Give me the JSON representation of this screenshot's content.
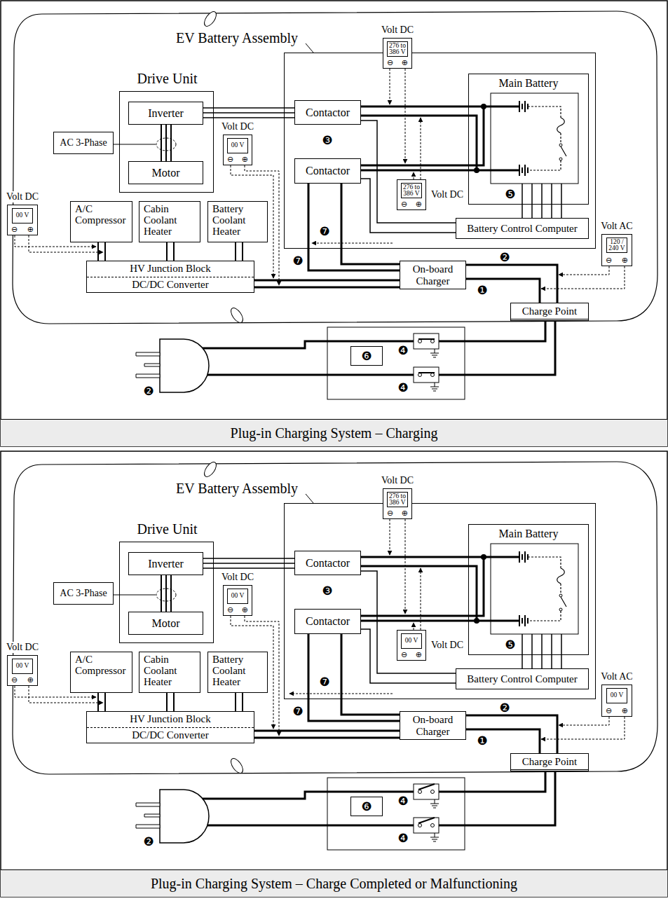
{
  "diagram": {
    "nodes": [
      {
        "text": [
          "Drive Unit"
        ]
      },
      {
        "text": [
          "Inverter"
        ],
        "in": 0
      },
      {
        "text": [
          "Motor"
        ],
        "in": 0
      },
      {
        "text": [
          "AC 3-Phase"
        ]
      },
      {
        "text": [
          "EV Battery Assembly"
        ]
      },
      {
        "text": [
          "Contactor"
        ],
        "in": 4
      },
      {
        "text": [
          "Contactor"
        ],
        "in": 4
      },
      {
        "text": [
          "Main Battery"
        ],
        "in": 4
      },
      {
        "text": [
          "Volt DC",
          "276 to 386 V",
          "⊖",
          "⊕"
        ],
        "in": 4
      },
      {
        "text": [
          "Battery Control Computer"
        ],
        "in": 4
      },
      {
        "text": [
          "Volt DC",
          "276 to 386 V",
          "⊖",
          "⊕"
        ]
      },
      {
        "text": [
          "Volt DC",
          "00 V",
          "⊖",
          "⊕"
        ]
      },
      {
        "text": [
          "Volt DC",
          "00 V",
          "⊖",
          "⊕"
        ]
      },
      {
        "text": [
          "A/C Compressor"
        ]
      },
      {
        "text": [
          "Cabin Coolant Heater"
        ]
      },
      {
        "text": [
          "Battery Coolant Heater"
        ]
      },
      {
        "text": [
          "HV Junction Block",
          "DC/DC Converter"
        ]
      },
      {
        "text": [
          "On-board Charger"
        ]
      },
      {
        "text": [
          "Volt AC",
          "120 / 240 V",
          "⊖",
          "⊕"
        ]
      },
      {
        "text": [
          "Charge Point"
        ]
      },
      {
        "text": [
          "❻"
        ]
      },
      {
        "text": [
          "Plug-in Charging System – Charging"
        ]
      },
      {
        "text": [
          "Drive Unit"
        ]
      },
      {
        "text": [
          "Inverter"
        ],
        "in": 22
      },
      {
        "text": [
          "Motor"
        ],
        "in": 22
      },
      {
        "text": [
          "AC 3-Phase"
        ]
      },
      {
        "text": [
          "EV Battery Assembly"
        ]
      },
      {
        "text": [
          "Contactor"
        ],
        "in": 26
      },
      {
        "text": [
          "Contactor"
        ],
        "in": 26
      },
      {
        "text": [
          "Main Battery"
        ],
        "in": 26
      },
      {
        "text": [
          "Volt DC",
          "00 V",
          "⊖",
          "⊕"
        ],
        "in": 26
      },
      {
        "text": [
          "Battery Control Computer"
        ],
        "in": 26
      },
      {
        "text": [
          "Volt DC",
          "276 to 386 V",
          "⊖",
          "⊕"
        ]
      },
      {
        "text": [
          "Volt DC",
          "00 V",
          "⊖",
          "⊕"
        ]
      },
      {
        "text": [
          "Volt DC",
          "00 V",
          "⊖",
          "⊕"
        ]
      },
      {
        "text": [
          "A/C Compressor"
        ]
      },
      {
        "text": [
          "Cabin Coolant Heater"
        ]
      },
      {
        "text": [
          "Battery Coolant Heater"
        ]
      },
      {
        "text": [
          "HV Junction Block",
          "DC/DC Converter"
        ]
      },
      {
        "text": [
          "On-board Charger"
        ]
      },
      {
        "text": [
          "Volt AC",
          "00 V",
          "⊖",
          "⊕"
        ]
      },
      {
        "text": [
          "Charge Point"
        ]
      },
      {
        "text": [
          "❻"
        ]
      },
      {
        "text": [
          "Plug-in Charging System – Charge Completed or Malfunctioning"
        ]
      }
    ],
    "edges": [
      {
        "from": 1,
        "to": 2,
        "arrow": "none"
      },
      {
        "from": 1,
        "to": 5,
        "arrow": "none"
      },
      {
        "from": 5,
        "to": 7,
        "arrow": "none"
      },
      {
        "from": 6,
        "to": 7,
        "arrow": "none"
      },
      {
        "from": 5,
        "to": 9,
        "arrow": "none"
      },
      {
        "from": 6,
        "to": 9,
        "arrow": "none"
      },
      {
        "from": 7,
        "to": 9,
        "arrow": "none"
      },
      {
        "from": 6,
        "to": 17,
        "arrow": "none"
      },
      {
        "from": 16,
        "to": 17,
        "arrow": "none"
      },
      {
        "from": 17,
        "to": 19,
        "arrow": "none"
      },
      {
        "from": 13,
        "to": 16,
        "arrow": "none"
      },
      {
        "from": 14,
        "to": 16,
        "arrow": "none"
      },
      {
        "from": 15,
        "to": 16,
        "arrow": "none"
      },
      {
        "from": 23,
        "to": 24,
        "arrow": "none"
      },
      {
        "from": 23,
        "to": 27,
        "arrow": "none"
      },
      {
        "from": 27,
        "to": 29,
        "arrow": "none"
      },
      {
        "from": 28,
        "to": 29,
        "arrow": "none"
      },
      {
        "from": 27,
        "to": 31,
        "arrow": "none"
      },
      {
        "from": 28,
        "to": 31,
        "arrow": "none"
      },
      {
        "from": 29,
        "to": 31,
        "arrow": "none"
      },
      {
        "from": 28,
        "to": 39,
        "arrow": "none"
      },
      {
        "from": 38,
        "to": 39,
        "arrow": "none"
      },
      {
        "from": 39,
        "to": 41,
        "arrow": "none"
      },
      {
        "from": 35,
        "to": 38,
        "arrow": "none"
      },
      {
        "from": 36,
        "to": 38,
        "arrow": "none"
      },
      {
        "from": 37,
        "to": 38,
        "arrow": "none"
      }
    ],
    "labels": [
      "❸",
      "❺",
      "❼",
      "❼",
      "❷",
      "❶",
      "❹",
      "❷",
      "❹",
      "❸",
      "❺",
      "❼",
      "❼",
      "❷",
      "❶",
      "❹",
      "❷",
      "❹"
    ]
  }
}
